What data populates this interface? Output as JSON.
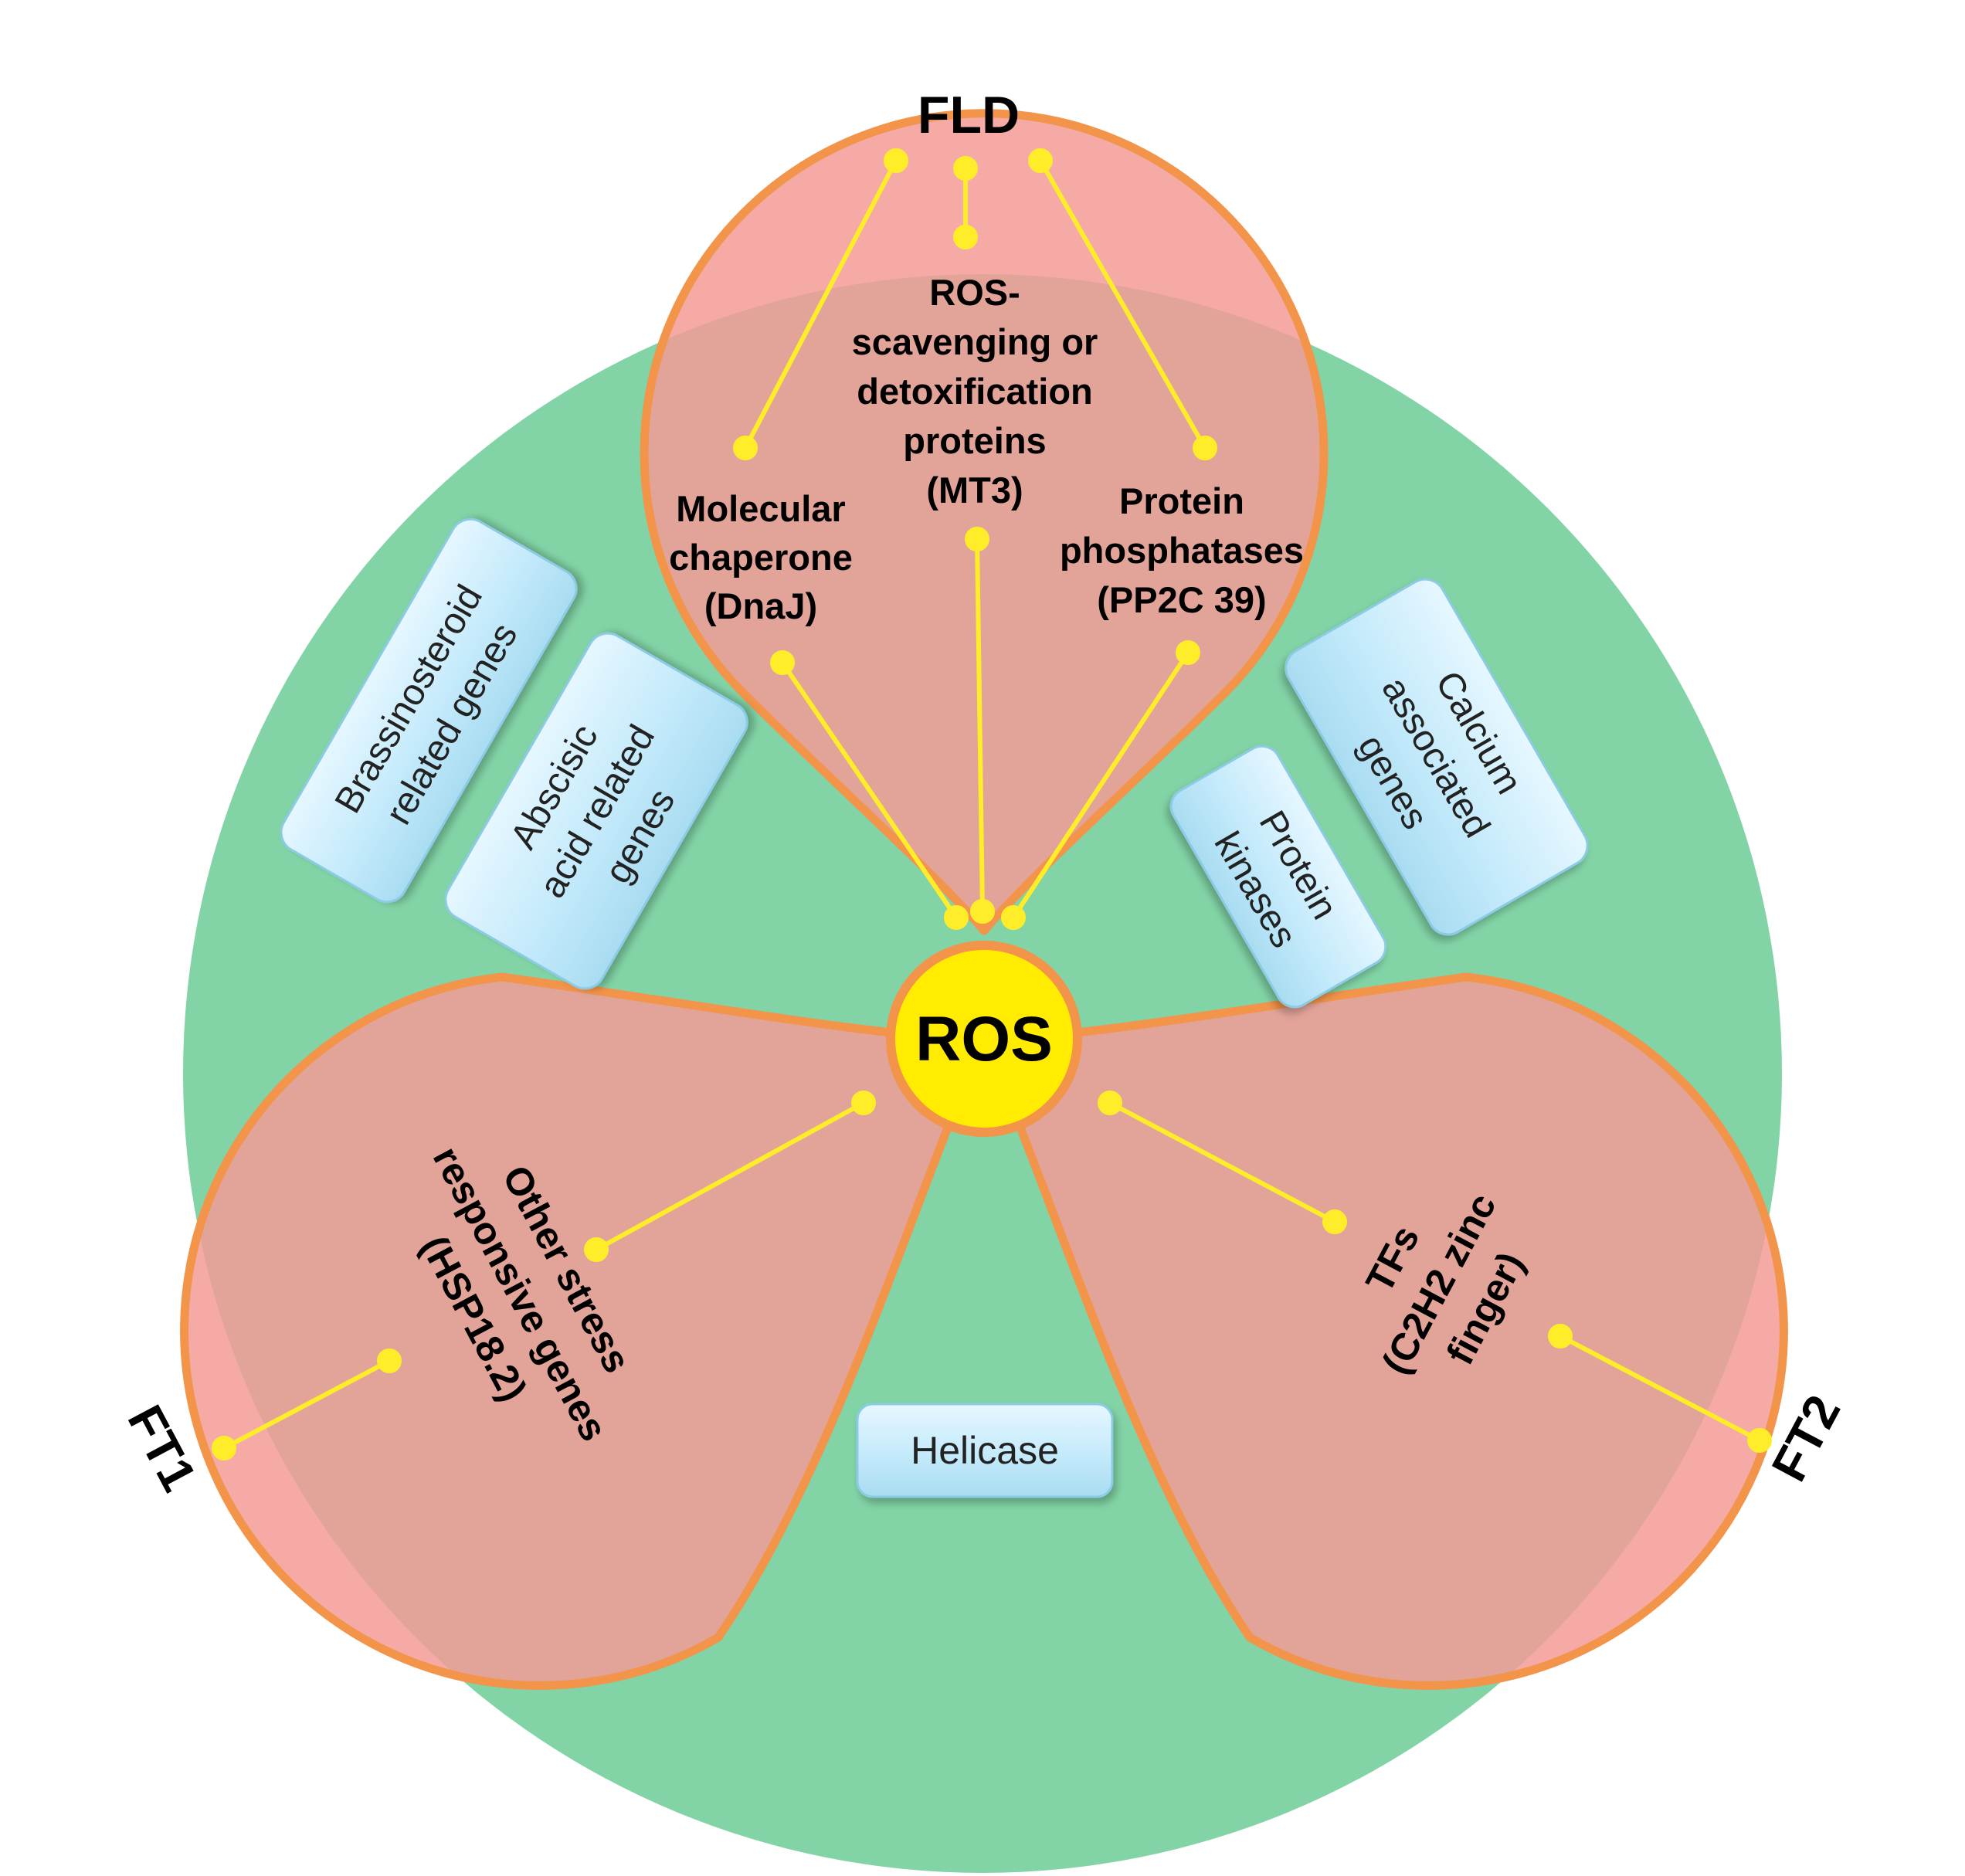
{
  "colors": {
    "outer_circle": "#82d4a6",
    "petal_fill": "#f7a3a0",
    "petal_stroke": "#f2944a",
    "connector": "#ffed2a",
    "ros_fill": "#ffec00",
    "pill_fill": "#c6ecfb",
    "pill_border": "#8ccbe5"
  },
  "center": {
    "label": "ROS"
  },
  "fld": {
    "title": "FLD",
    "items": [
      {
        "lines": [
          "Molecular",
          "chaperone",
          "(DnaJ)"
        ]
      },
      {
        "lines": [
          "ROS-",
          "scavenging or",
          "detoxification",
          "proteins",
          "(MT3)"
        ]
      },
      {
        "lines": [
          "Protein",
          "phosphatases",
          "(PP2C 39)"
        ]
      }
    ]
  },
  "ft1": {
    "title": "FT1",
    "item": {
      "lines": [
        "Other stress",
        "responsive genes",
        "(HSP18.2)"
      ]
    }
  },
  "ft2": {
    "title": "FT2",
    "item": {
      "lines": [
        "TFs",
        "(C2H2 zinc",
        "finger)"
      ]
    }
  },
  "boxes": {
    "brassinosteroid": {
      "lines": [
        "Brassinosteroid",
        "related genes"
      ]
    },
    "abscisic": {
      "lines": [
        "Abscisic",
        "acid related",
        "genes"
      ]
    },
    "protein_kinases": {
      "lines": [
        "Protein",
        "kinases"
      ]
    },
    "calcium": {
      "lines": [
        "Calcium",
        "associated",
        "genes"
      ]
    },
    "helicase": {
      "label": "Helicase"
    }
  }
}
